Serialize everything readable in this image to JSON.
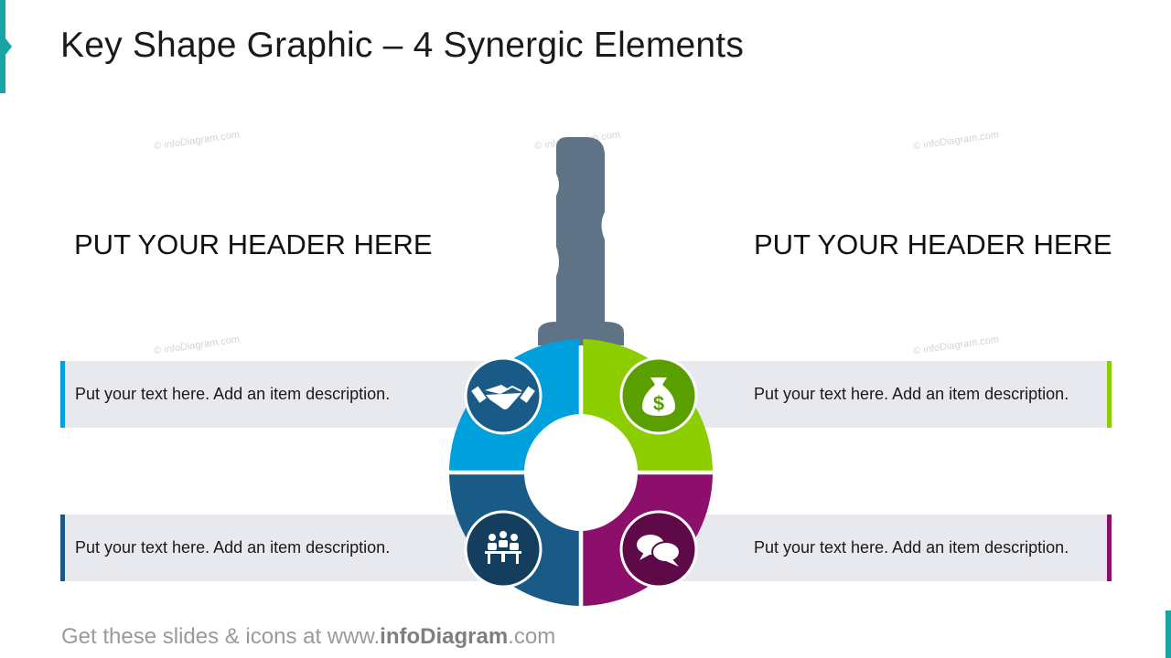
{
  "title": "Key Shape Graphic – 4 Synergic Elements",
  "watermark": "© infoDiagram.com",
  "headers": {
    "left": "PUT YOUR HEADER HERE",
    "right": "PUT YOUR HEADER HERE"
  },
  "items": [
    {
      "text": "Put your text here. Add an item description.",
      "icon": "handshake-icon",
      "color": "#00a0dc"
    },
    {
      "text": "Put your text here. Add an item description.",
      "icon": "money-bag-icon",
      "color": "#8ccd00"
    },
    {
      "text": "Put your text here. Add an item description.",
      "icon": "meeting-icon",
      "color": "#1a5a86"
    },
    {
      "text": "Put your text here. Add an item description.",
      "icon": "speech-bubbles-icon",
      "color": "#8b0f6b"
    }
  ],
  "colors": {
    "key_shaft": "#5f7386",
    "accent": "#1aa3a3",
    "bar_bg": "#e7e9ee"
  },
  "footer": {
    "prefix": "Get these slides & icons at www.",
    "brand": "infoDiagram",
    "suffix": ".com"
  }
}
